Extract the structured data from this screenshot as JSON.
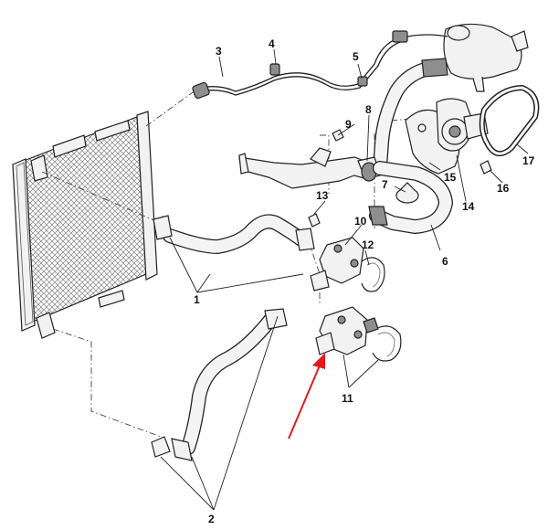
{
  "callouts": {
    "c1": "1",
    "c2": "2",
    "c3": "3",
    "c4": "4",
    "c5": "5",
    "c6": "6",
    "c7": "7",
    "c8": "8",
    "c9": "9",
    "c10": "10",
    "c11": "11",
    "c12": "12",
    "c13": "13",
    "c14": "14",
    "c15": "15",
    "c16": "16",
    "c17": "17"
  },
  "colors": {
    "arrow": "#e31b1b",
    "line": "#222222",
    "part_fill": "#f2f2f2"
  }
}
